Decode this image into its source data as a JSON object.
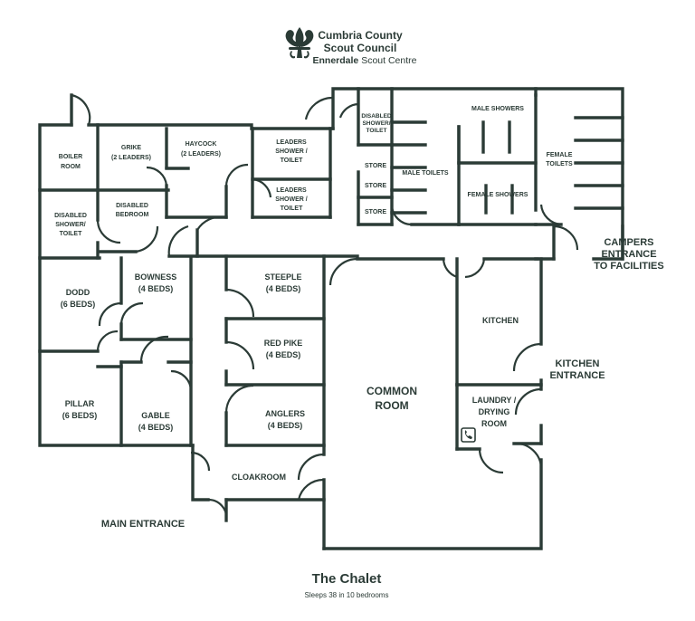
{
  "header": {
    "org_line1": "Cumbria County",
    "org_line2": "Scout Council",
    "centre_bold": "Ennerdale",
    "centre_rest": " Scout Centre"
  },
  "footer": {
    "title": "The Chalet",
    "subtitle": "Sleeps 38 in 10 bedrooms"
  },
  "rooms": {
    "boiler": [
      "BOILER",
      "ROOM"
    ],
    "grike": [
      "GRIKE",
      "(2 LEADERS)"
    ],
    "haycock": [
      "HAYCOCK",
      "(2 LEADERS)"
    ],
    "leaders1": [
      "LEADERS",
      "SHOWER /",
      "TOILET"
    ],
    "leaders2": [
      "LEADERS",
      "SHOWER /",
      "TOILET"
    ],
    "disabled_shower_small": [
      "DISABLED",
      "SHOWER/",
      "TOILET"
    ],
    "male_showers": "MALE SHOWERS",
    "store1": "STORE",
    "store2": "STORE",
    "store3": "STORE",
    "male_toilets": "MALE TOILETS",
    "female_showers": "FEMALE SHOWERS",
    "female_toilets": [
      "FEMALE",
      "TOILETS"
    ],
    "disabled_shower": [
      "DISABLED",
      "SHOWER/",
      "TOILET"
    ],
    "disabled_bedroom": [
      "DISABLED",
      "BEDROOM"
    ],
    "dodd": [
      "DODD",
      "(6 BEDS)"
    ],
    "bowness": [
      "BOWNESS",
      "(4 BEDS)"
    ],
    "steeple": [
      "STEEPLE",
      "(4 BEDS)"
    ],
    "red_pike": [
      "RED PIKE",
      "(4 BEDS)"
    ],
    "pillar": [
      "PILLAR",
      "(6 BEDS)"
    ],
    "gable": [
      "GABLE",
      "(4 BEDS)"
    ],
    "anglers": [
      "ANGLERS",
      "(4 BEDS)"
    ],
    "common_room": [
      "COMMON",
      "ROOM"
    ],
    "kitchen": "KITCHEN",
    "laundry": [
      "LAUNDRY /",
      "DRYING",
      "ROOM"
    ],
    "cloakroom": "CLOAKROOM"
  },
  "entrances": {
    "campers": [
      "CAMPERS",
      "ENTRANCE",
      "TO FACILITIES"
    ],
    "kitchen": [
      "KITCHEN",
      "ENTRANCE"
    ],
    "main": "MAIN ENTRANCE"
  },
  "icons": {
    "logo": "fleur-de-lis-icon",
    "phone": "phone-icon"
  },
  "colors": {
    "ink": "#2b3b36",
    "background": "#ffffff"
  }
}
